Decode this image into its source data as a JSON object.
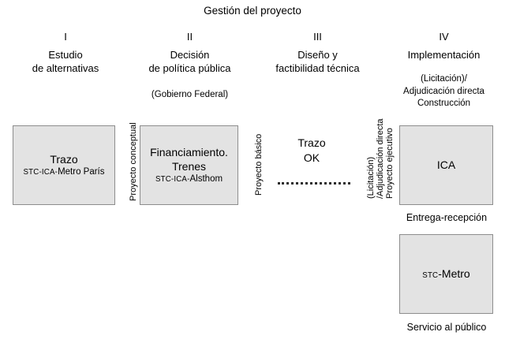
{
  "title": "Gestión del proyecto",
  "phases": [
    {
      "roman": "I",
      "line1": "Estudio",
      "line2": "de alternativas",
      "note": ""
    },
    {
      "roman": "II",
      "line1": "Decisión",
      "line2": "de política pública",
      "note": "(Gobierno Federal)"
    },
    {
      "roman": "III",
      "line1": "Diseño y",
      "line2": "factibilidad técnica",
      "note": ""
    },
    {
      "roman": "IV",
      "line1": "Implementación",
      "line2": "",
      "note_line1": "(Licitación)/",
      "note_line2": "Adjudicación directa",
      "note_line3": "Construcción"
    }
  ],
  "boxes": {
    "box1": {
      "line1": "Trazo",
      "line2_small": "STC-ICA-",
      "line2_rest": "Metro París"
    },
    "box2": {
      "line1": "Financiamiento.",
      "line2": "Trenes",
      "line3_small": "STC-ICA-",
      "line3_rest": "Alsthom"
    },
    "box3": {
      "line1": "Trazo",
      "line2": "OK"
    },
    "box4": {
      "label": "ICA"
    },
    "box5": {
      "label_small": "STC",
      "label_rest": "-Metro"
    }
  },
  "connectors": {
    "v1": "Proyecto conceptual",
    "v2": "Proyecto básico",
    "v3_line1": "(Licitación)",
    "v3_line2": "/Adjudicación directa",
    "v3_line3": "Proyecto ejecutivo"
  },
  "footers": {
    "entrega": "Entrega-recepción",
    "servicio": "Servicio al público"
  },
  "colors": {
    "box_fill": "#e3e3e3",
    "box_border": "#8d8d8d",
    "text": "#000000"
  }
}
